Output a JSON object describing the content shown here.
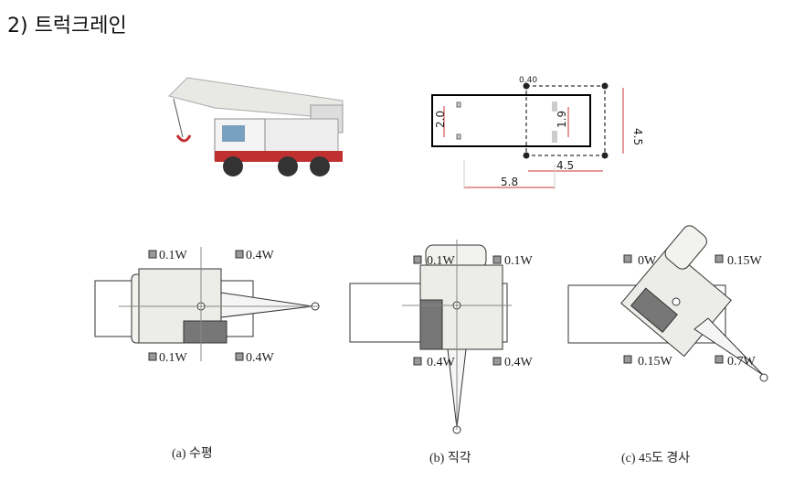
{
  "title": "2) 트럭크레인",
  "plan": {
    "top_label": "0.40",
    "d1": "2.0",
    "d2": "1.9",
    "d3": "4.5",
    "d4": "4.5",
    "d5": "5.8"
  },
  "diagrams": [
    {
      "caption": "(a) 수평",
      "loads": [
        "0.1W",
        "0.4W",
        "0.1W",
        "0.4W"
      ]
    },
    {
      "caption": "(b) 직각",
      "loads": [
        "0.1W",
        "0.1W",
        "0.4W",
        "0.4W"
      ]
    },
    {
      "caption": "(c) 45도 경사",
      "loads": [
        "0W",
        "0.15W",
        "0.15W",
        "0.7W"
      ]
    }
  ]
}
